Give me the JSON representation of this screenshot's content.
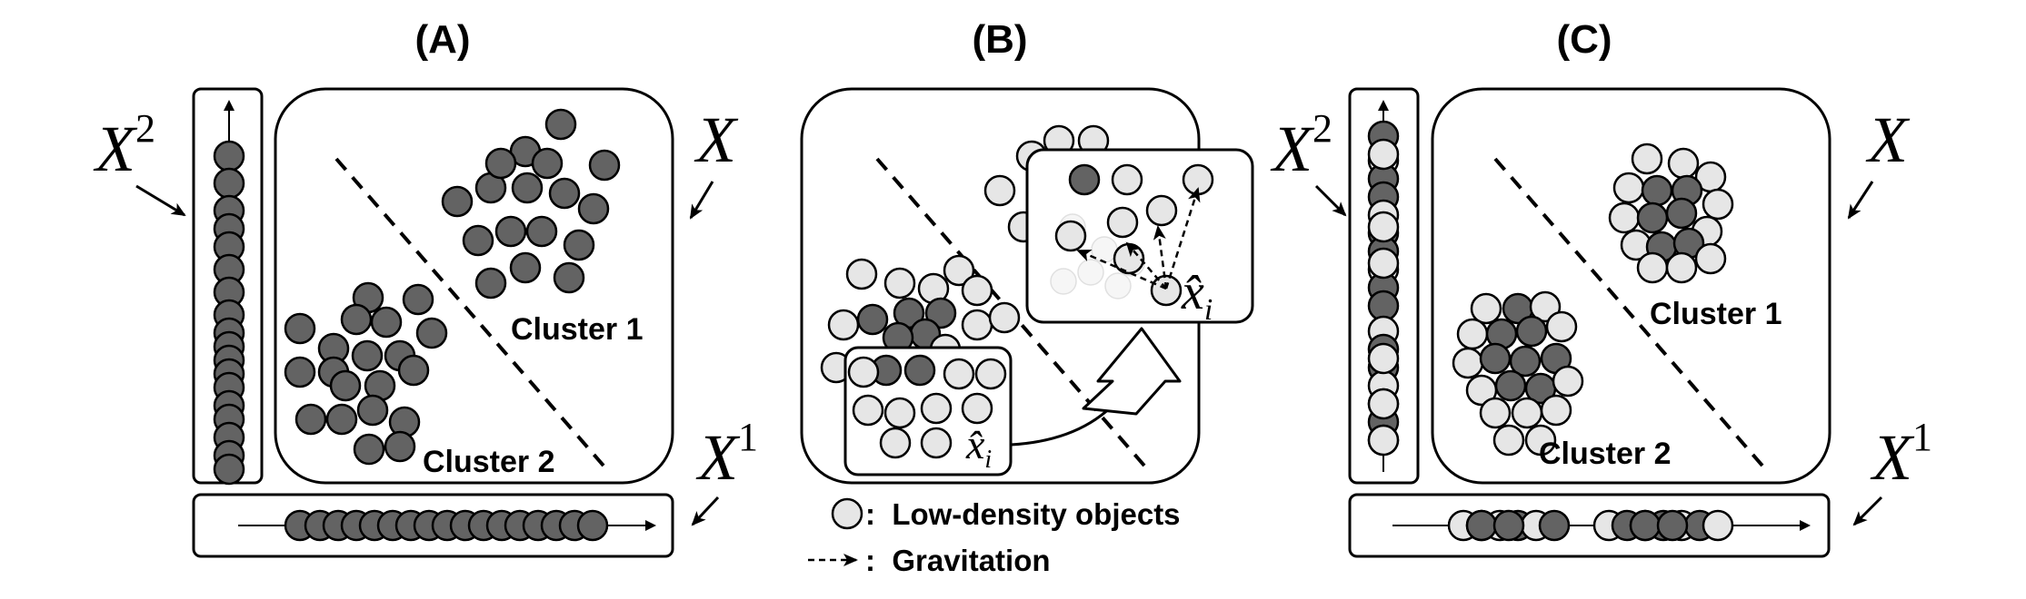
{
  "colors": {
    "high_density": "#636363",
    "low_density": "#e6e6e6",
    "stroke": "#000000",
    "background": "#ffffff"
  },
  "panels": {
    "a": {
      "label": "(A)",
      "axis_y_label": "X",
      "axis_y_sup": "2",
      "space_label": "X",
      "axis_x_label": "X",
      "axis_x_sup": "1",
      "cluster1_label": "Cluster 1",
      "cluster2_label": "Cluster 2"
    },
    "b": {
      "label": "(B)",
      "xhat_label": "x̂",
      "xhat_sub": "i",
      "legend_low_density": ":  Low-density objects",
      "legend_gravitation": ":  Gravitation"
    },
    "c": {
      "label": "(C)",
      "axis_y_label": "X",
      "axis_y_sup": "2",
      "space_label": "X",
      "axis_x_label": "X",
      "axis_x_sup": "1",
      "cluster1_label": "Cluster 1",
      "cluster2_label": "Cluster 2"
    }
  }
}
